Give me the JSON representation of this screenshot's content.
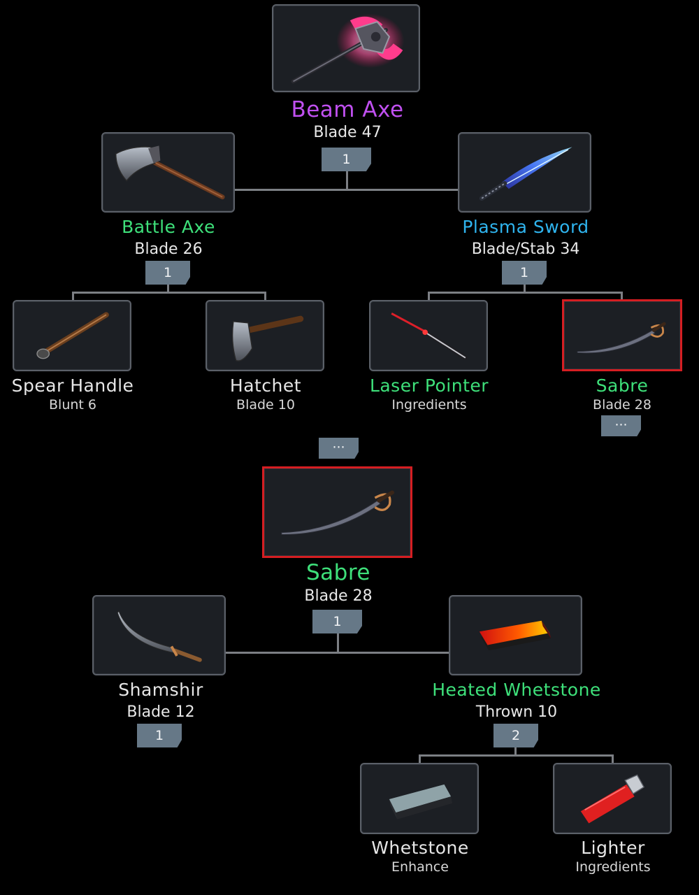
{
  "top": {
    "name": "Beam Axe",
    "stat": "Blade 47",
    "count": "1",
    "left": {
      "name": "Battle Axe",
      "stat": "Blade 26",
      "count": "1",
      "children": [
        {
          "name": "Spear Handle",
          "stat": "Blunt 6"
        },
        {
          "name": "Hatchet",
          "stat": "Blade 10"
        }
      ]
    },
    "right": {
      "name": "Plasma Sword",
      "stat": "Blade/Stab 34",
      "count": "1",
      "children": [
        {
          "name": "Laser Pointer",
          "stat": "Ingredients"
        },
        {
          "name": "Sabre",
          "stat": "Blade 28",
          "more": "···"
        }
      ]
    }
  },
  "more_separator": "···",
  "bottom": {
    "name": "Sabre",
    "stat": "Blade 28",
    "count": "1",
    "left": {
      "name": "Shamshir",
      "stat": "Blade 12",
      "count": "1"
    },
    "right": {
      "name": "Heated Whetstone",
      "stat": "Thrown 10",
      "count": "2",
      "children": [
        {
          "name": "Whetstone",
          "stat": "Enhance"
        },
        {
          "name": "Lighter",
          "stat": "Ingredients"
        }
      ]
    }
  },
  "icons": {
    "beam_axe": "beam-axe-icon",
    "battle_axe": "battle-axe-icon",
    "plasma_sword": "plasma-sword-icon",
    "spear_handle": "spear-handle-icon",
    "hatchet": "hatchet-icon",
    "laser_pointer": "laser-pointer-icon",
    "sabre": "sabre-icon",
    "shamshir": "shamshir-icon",
    "heated_whetstone": "heated-whetstone-icon",
    "whetstone": "whetstone-icon",
    "lighter": "lighter-icon"
  },
  "colors": {
    "legendary": "#c050f0",
    "rare": "#2fb4ee",
    "uncommon": "#3ee07a",
    "common": "#e6e6e6",
    "selected_border": "#d51e22",
    "badge": "#667887"
  }
}
